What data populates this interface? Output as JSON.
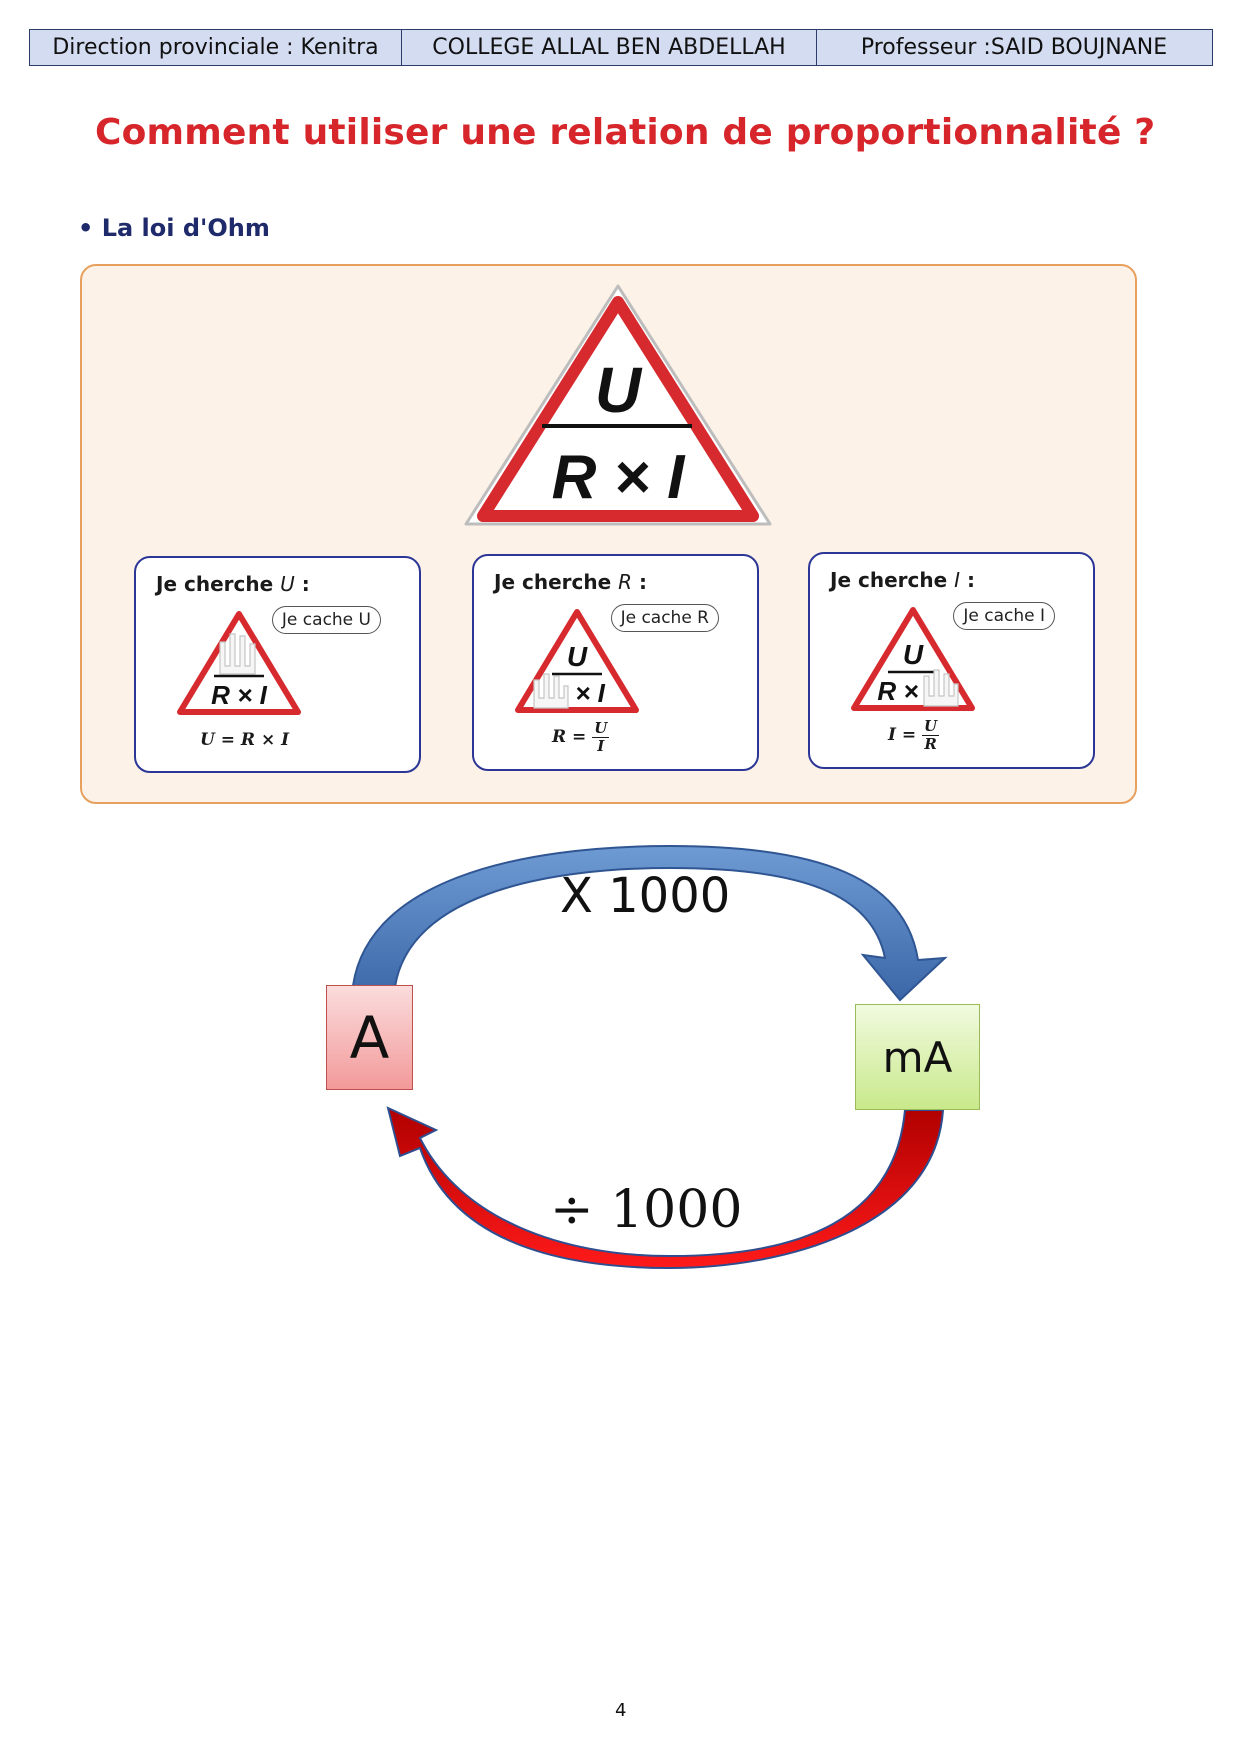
{
  "header": {
    "direction": "Direction provinciale : Kenitra",
    "college": "COLLEGE ALLAL BEN ABDELLAH",
    "professor": "Professeur :SAID BOUJNANE"
  },
  "title": "Comment utiliser une relation de proportionnalité ?",
  "bullet": "• La loi d'Ohm",
  "big_triangle": {
    "top": "U",
    "bottom": "R × I"
  },
  "cards": [
    {
      "title": "Je cherche ",
      "var": "U",
      "colon": " :",
      "bubble": "Je cache U",
      "tri_top": "",
      "tri_bottom": "R × I",
      "formula_lhs": "U = R × I",
      "num": "",
      "den": ""
    },
    {
      "title": "Je cherche ",
      "var": "R",
      "colon": " :",
      "bubble": "Je cache R",
      "tri_top": "U",
      "tri_bottom": "× I",
      "formula_lhs": "R = ",
      "num": "U",
      "den": "I"
    },
    {
      "title": "Je cherche ",
      "var": "I",
      "colon": " :",
      "bubble": "Je cache I",
      "tri_top": "U",
      "tri_bottom": "R ×",
      "formula_lhs": "I = ",
      "num": "U",
      "den": "R"
    }
  ],
  "conversion": {
    "from_unit": "A",
    "to_unit": "mA",
    "multiply_label": "X 1000",
    "divide_label": "÷ 1000"
  },
  "colors": {
    "title_red": "#d7262b",
    "bullet_navy": "#1f2a6b",
    "panel_bg": "#fdf2e7",
    "panel_border": "#e7a05d",
    "card_border": "#2c3696",
    "triangle_red": "#d72a2f",
    "arrow_blue": "#4f81bd",
    "arrow_red": "#e00000"
  },
  "page_number": "4"
}
